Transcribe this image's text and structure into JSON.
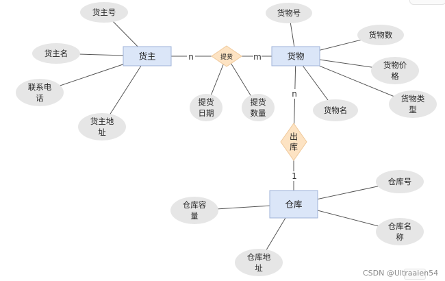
{
  "entities": {
    "shipper": "货主",
    "goods": "货物",
    "warehouse": "仓库"
  },
  "relationships": {
    "pickup": "提货",
    "outbound": [
      "出",
      "库"
    ]
  },
  "cardinalities": {
    "shipper_pickup": "n",
    "pickup_goods": "m",
    "goods_outbound": "n",
    "outbound_warehouse": "1"
  },
  "attributes": {
    "shipper_no": [
      "货主号"
    ],
    "shipper_name": [
      "货主名"
    ],
    "phone": [
      "联系电",
      "话"
    ],
    "shipper_addr": [
      "货主地",
      "址"
    ],
    "pickup_date": [
      "提货",
      "日期"
    ],
    "pickup_qty": [
      "提货",
      "数量"
    ],
    "goods_no": [
      "货物号"
    ],
    "goods_count": [
      "货物数"
    ],
    "goods_price": [
      "货物价",
      "格"
    ],
    "goods_type": [
      "货物类",
      "型"
    ],
    "goods_name": [
      "货物名"
    ],
    "wh_no": [
      "仓库号"
    ],
    "wh_capacity": [
      "仓库容",
      "量"
    ],
    "wh_name": [
      "仓库名",
      "称"
    ],
    "wh_addr": [
      "仓库地",
      "址"
    ]
  },
  "watermark": "CSDN @Ultraaien54"
}
